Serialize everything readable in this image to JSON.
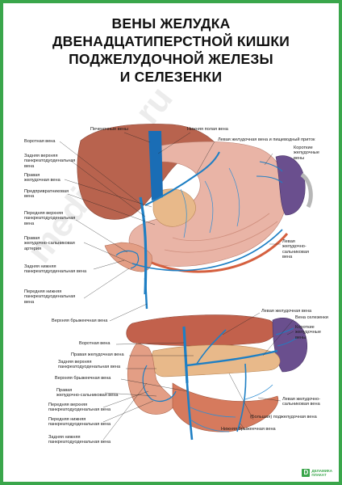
{
  "title_lines": [
    "ВЕНЫ ЖЕЛУДКА",
    "ДВЕНАДЦАТИПЕРСТНОЙ КИШКИ",
    "ПОДЖЕЛУДОЧНОЙ ЖЕЛЕЗЫ",
    "И СЕЛЕЗЕНКИ"
  ],
  "upper_labels": {
    "hepatic_veins": "Печеночные вены",
    "inferior_vena_cava": "Нижняя полая вена",
    "left_gastric_esophageal": "Левая желудочная вена и пищеводный приток",
    "short_gastric": "Короткие\nжелудочные\nвены",
    "portal_vein": "Воротная вена",
    "post_sup_pancreaticoduodenal": "Задняя верхняя\nпанкреатодуоденальная\nвена",
    "right_gastric": "Правая\nжелудочная вена",
    "prepyloric": "Предпривратниковая\nвена",
    "ant_sup_pancreaticoduodenal": "Передняя верхняя\nпанкреатодуоденальная\nвена",
    "right_gastroepiploic_artery": "Правая\nжелудочно-сальниковая\nартерия",
    "post_inf_pancreaticoduodenal": "Задняя нижняя\nпанкреатодуоденальная вена",
    "ant_inf_pancreaticoduodenal": "Передняя нижняя\nпанкреатодуоденальная\nвена",
    "superior_mesenteric": "Верхняя брыжеечная вена",
    "left_gastroepiploic": "Левая\nжелудочно-\nсальниковая\nвена"
  },
  "lower_labels": {
    "left_gastric": "Левая желудочная вена",
    "splenic": "Вена селезенки",
    "short_gastric": "Короткие\nжелудочные\nвены",
    "portal_vein": "Воротная вена",
    "right_gastric": "Правая желудочная вена",
    "post_sup_pancreaticoduodenal": "Задняя верхняя\nпанкреатодуоденальная вена",
    "superior_mesenteric": "Верхняя брыжеечная вена",
    "right_gastroepiploic": "Правая\nжелудочно-сальниковая вена",
    "ant_sup_pancreaticoduodenal": "Передняя верхняя\nпанкреатодуоденальная вена",
    "ant_inf_pancreaticoduodenal": "Передняя нижняя\nпанкреатодуоденальная вена",
    "post_inf_pancreaticoduodenal": "Задняя нижняя\nпанкреатодуоденальная вена",
    "left_gastroepiploic": "Левая желудочно-\nсальниковая вена",
    "inferior_pancreatic": "(Большая) поджелудочная вена",
    "inferior_mesenteric": "Нижняя брыжеечная вена"
  },
  "watermark": "meditsina.ru",
  "logo": {
    "mark": "D",
    "text": "ДЕЛАМИКА\nПЛАКАТ"
  },
  "colors": {
    "border": "#3aa64b",
    "vein": "#1e7fc4",
    "liver": "#b8634e",
    "stomach": "#e9b4a6",
    "pancreas": "#e8b98a",
    "spleen": "#6a4f8e"
  }
}
